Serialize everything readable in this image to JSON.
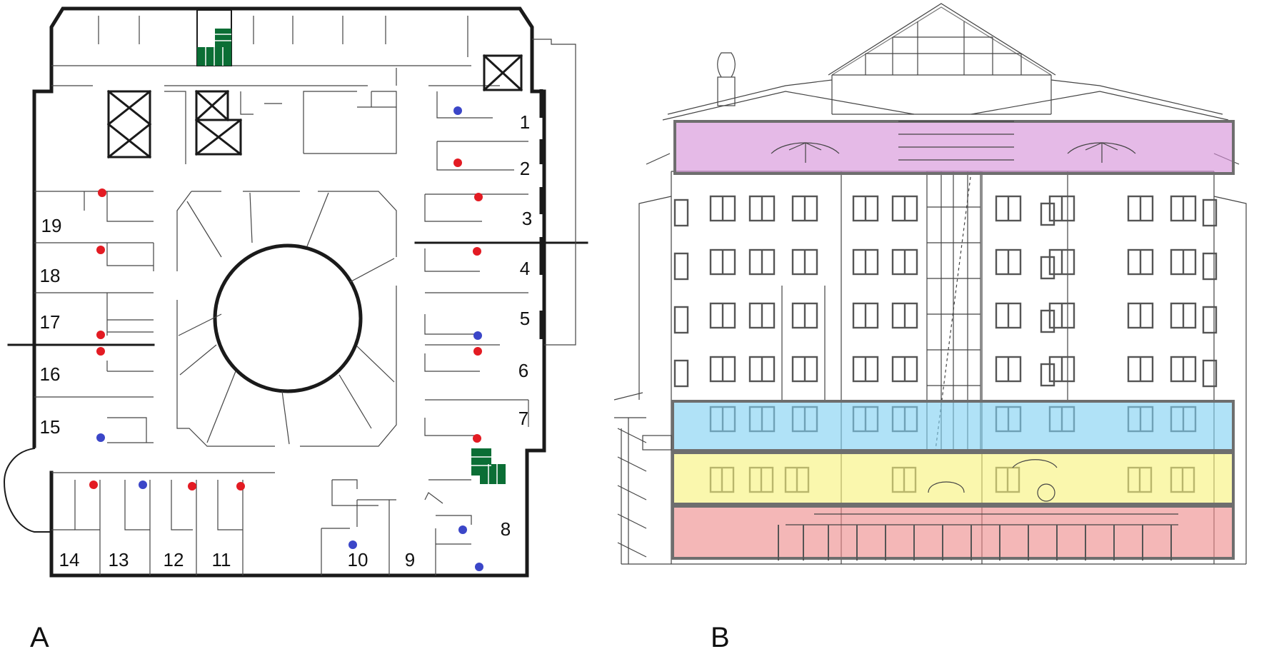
{
  "panels": [
    {
      "id": "A",
      "label": "A"
    },
    {
      "id": "B",
      "label": "B"
    }
  ],
  "floor_plan": {
    "rooms": [
      {
        "number": "1"
      },
      {
        "number": "2"
      },
      {
        "number": "3"
      },
      {
        "number": "4"
      },
      {
        "number": "5"
      },
      {
        "number": "6"
      },
      {
        "number": "7"
      },
      {
        "number": "8"
      },
      {
        "number": "9"
      },
      {
        "number": "10"
      },
      {
        "number": "11"
      },
      {
        "number": "12"
      },
      {
        "number": "13"
      },
      {
        "number": "14"
      },
      {
        "number": "15"
      },
      {
        "number": "16"
      },
      {
        "number": "17"
      },
      {
        "number": "18"
      },
      {
        "number": "19"
      }
    ],
    "marker_colors": {
      "red": "#e31b23",
      "blue": "#3b46c8"
    },
    "stair_color": "#0b6e35"
  },
  "facade": {
    "bands": [
      {
        "name": "attic",
        "color": "#d58fd8"
      },
      {
        "name": "upper",
        "color": "#7fd0f2"
      },
      {
        "name": "middle",
        "color": "#f7f27a"
      },
      {
        "name": "ground",
        "color": "#ee8a8a"
      }
    ]
  }
}
